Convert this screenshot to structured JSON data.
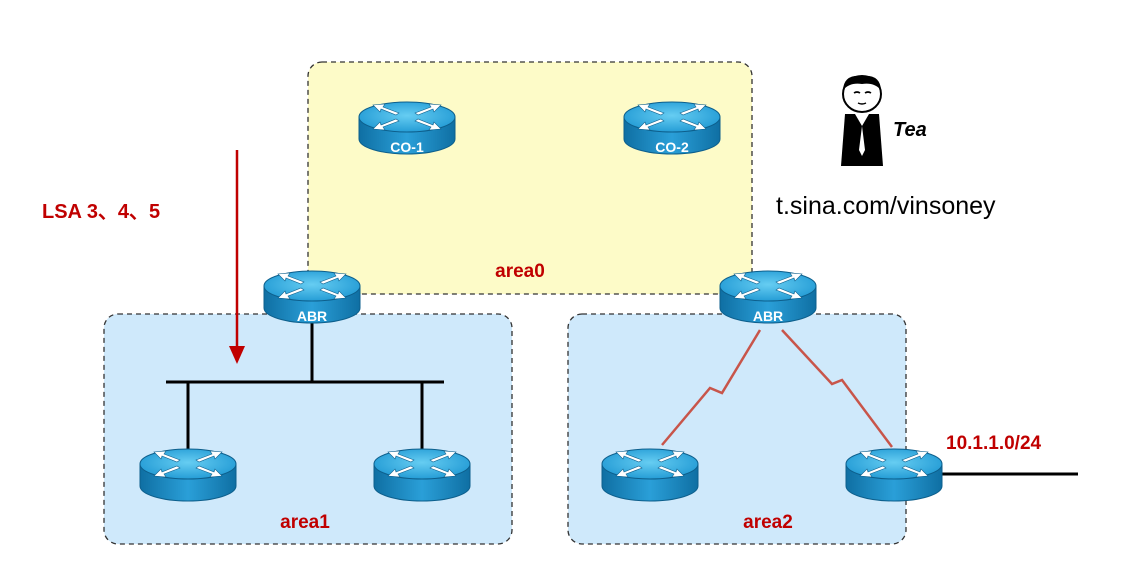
{
  "areas": {
    "backbone": "area0",
    "left": "area1",
    "right": "area2"
  },
  "routers": {
    "core_left": "CO-1",
    "core_right": "CO-2",
    "abr_left": "ABR",
    "abr_right": "ABR"
  },
  "annotation": {
    "lsa": "LSA 3、4、5",
    "network": "10.1.1.0/24"
  },
  "author": {
    "name": "Tea",
    "weibo": "t.sina.com/vinsoney"
  },
  "colors": {
    "area0_fill": "#fdfbc8",
    "area_fill": "#cfe9fb",
    "router_top": "#35b4e6",
    "router_body": "#1a8fc9",
    "label_red": "#c00000",
    "serial_link": "#c8554a"
  }
}
